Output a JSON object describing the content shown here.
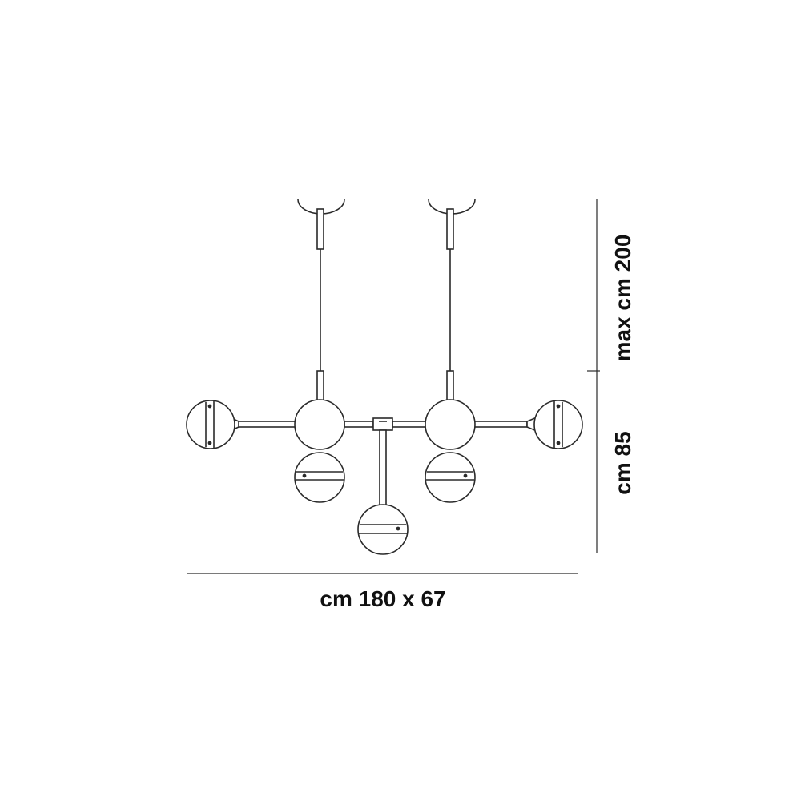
{
  "dimensions": {
    "width_depth": "cm 180 x 67",
    "height_max": "max cm 200",
    "height_body": "cm 85"
  },
  "colors": {
    "line": "#2a2a2a",
    "sphere_fill": "#ffffff",
    "background": "#ffffff"
  }
}
